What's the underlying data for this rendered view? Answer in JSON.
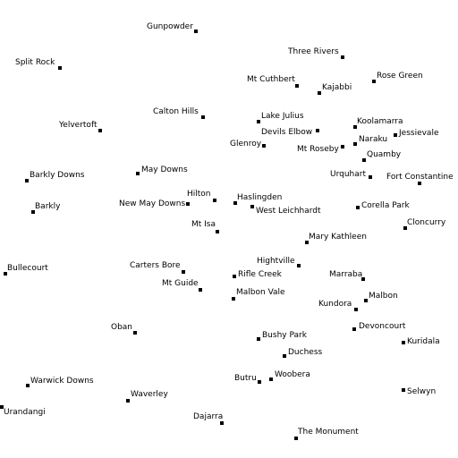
{
  "map": {
    "places": [
      {
        "name": "Gunpowder"
      },
      {
        "name": "Split Rock"
      },
      {
        "name": "Three Rivers"
      },
      {
        "name": "Rose Green"
      },
      {
        "name": "Mt Cuthbert"
      },
      {
        "name": "Kajabbi"
      },
      {
        "name": "Calton Hills"
      },
      {
        "name": "Lake Julius"
      },
      {
        "name": "Koolamarra"
      },
      {
        "name": "Yelvertoft"
      },
      {
        "name": "Devils Elbow"
      },
      {
        "name": "Jessievale"
      },
      {
        "name": "Naraku"
      },
      {
        "name": "Glenroy"
      },
      {
        "name": "Mt Roseby"
      },
      {
        "name": "Quamby"
      },
      {
        "name": "May Downs"
      },
      {
        "name": "Barkly Downs"
      },
      {
        "name": "Urquhart"
      },
      {
        "name": "Fort Constantine"
      },
      {
        "name": "Hilton"
      },
      {
        "name": "Haslingden"
      },
      {
        "name": "New May Downs"
      },
      {
        "name": "Barkly"
      },
      {
        "name": "West Leichhardt"
      },
      {
        "name": "Corella Park"
      },
      {
        "name": "Cloncurry"
      },
      {
        "name": "Mt Isa"
      },
      {
        "name": "Mary Kathleen"
      },
      {
        "name": "Hightville"
      },
      {
        "name": "Carters Bore"
      },
      {
        "name": "Bullecourt"
      },
      {
        "name": "Rifle Creek"
      },
      {
        "name": "Marraba"
      },
      {
        "name": "Mt Guide"
      },
      {
        "name": "Malbon Vale"
      },
      {
        "name": "Malbon"
      },
      {
        "name": "Kundora"
      },
      {
        "name": "Devoncourt"
      },
      {
        "name": "Oban"
      },
      {
        "name": "Bushy Park"
      },
      {
        "name": "Kuridala"
      },
      {
        "name": "Duchess"
      },
      {
        "name": "Woobera"
      },
      {
        "name": "Butru"
      },
      {
        "name": "Warwick Downs"
      },
      {
        "name": "Selwyn"
      },
      {
        "name": "Waverley"
      },
      {
        "name": "Urandangi"
      },
      {
        "name": "Dajarra"
      },
      {
        "name": "The Monument"
      }
    ]
  }
}
